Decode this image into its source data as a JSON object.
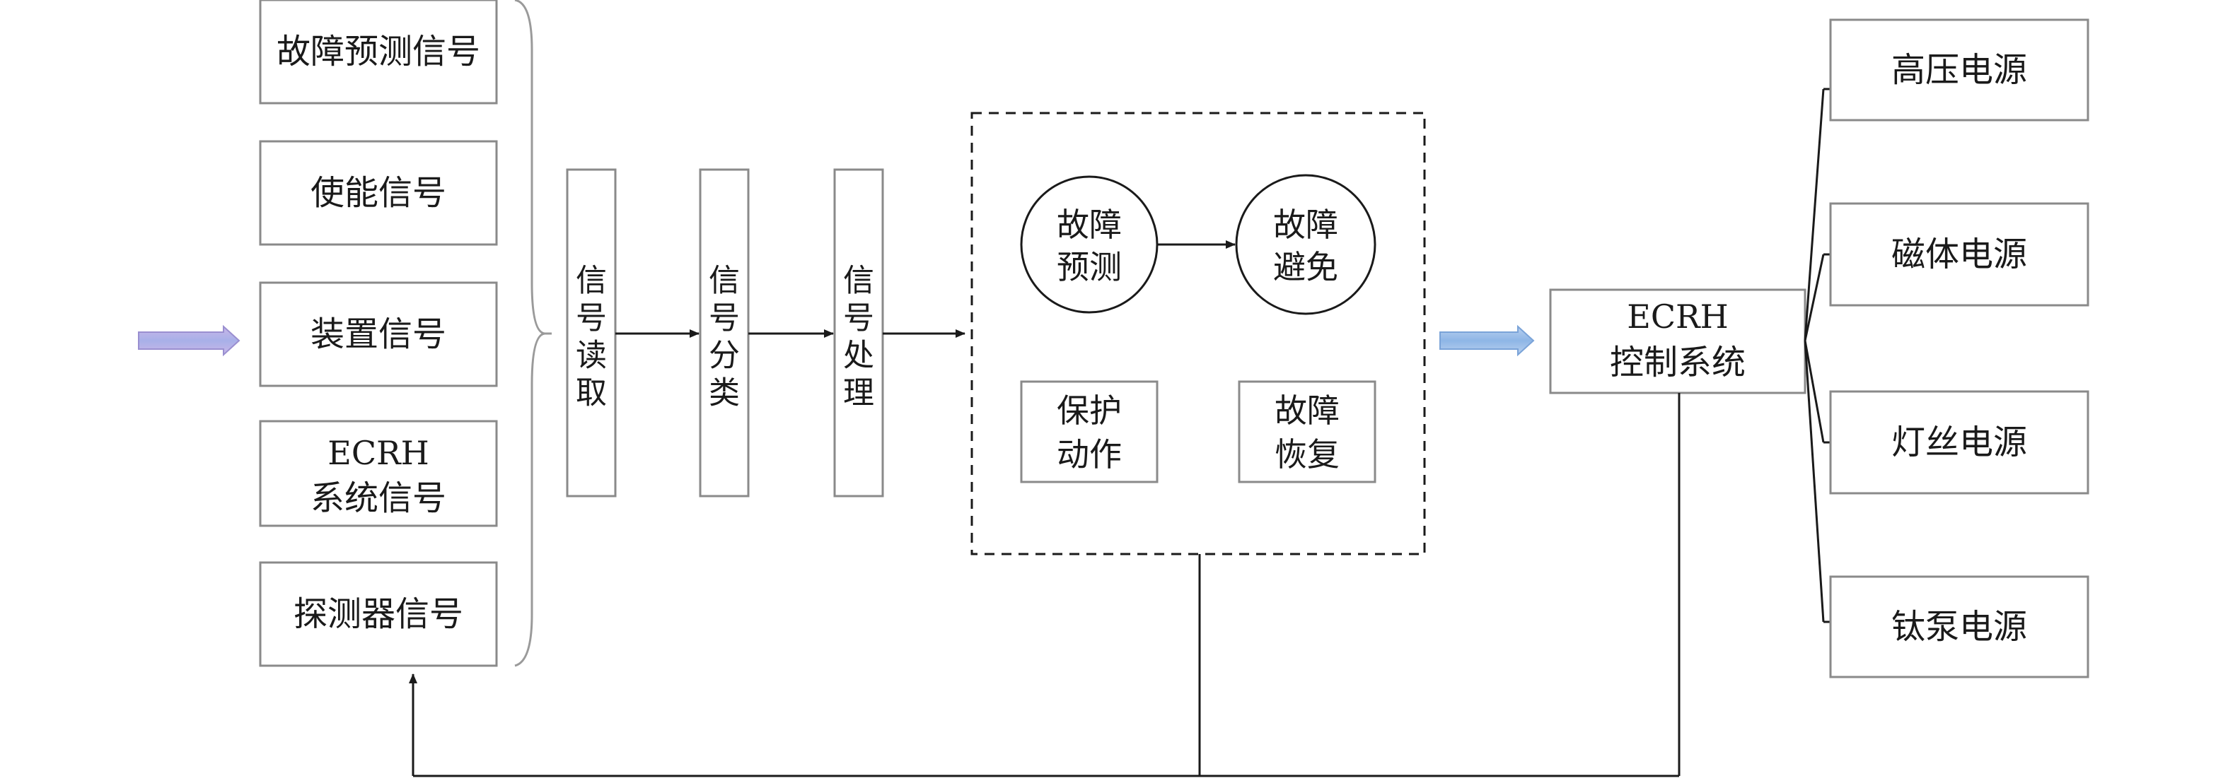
{
  "signals": [
    "故障预测信号",
    "使能信号",
    "装置信号",
    [
      "ECRH",
      "系统信号"
    ],
    "探测器信号"
  ],
  "stages": [
    [
      "信",
      "号",
      "读",
      "取"
    ],
    [
      "信",
      "号",
      "分",
      "类"
    ],
    [
      "信",
      "号",
      "处",
      "理"
    ]
  ],
  "module": {
    "prediction": [
      "故障",
      "预测"
    ],
    "avoidance": [
      "故障",
      "避免"
    ],
    "protection": [
      "保护",
      "动作"
    ],
    "recovery": [
      "故障",
      "恢复"
    ]
  },
  "control": [
    "ECRH",
    "控制系统"
  ],
  "power_supplies": [
    "高压电源",
    "磁体电源",
    "灯丝电源",
    "钛泵电源"
  ],
  "colors": {
    "input_arrow": "#a8b0e8",
    "control_arrow": "#8eb6e6",
    "box_border": "#8a8a8a",
    "line": "#1a1a1a"
  }
}
